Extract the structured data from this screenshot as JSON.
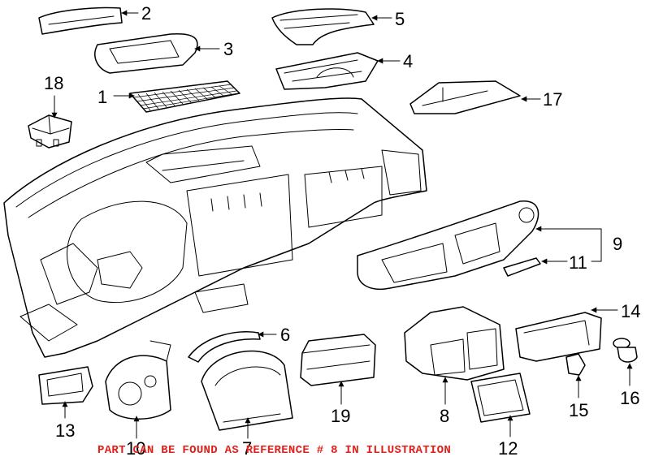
{
  "callouts": {
    "c1": "1",
    "c2": "2",
    "c3": "3",
    "c4": "4",
    "c5": "5",
    "c6": "6",
    "c7": "7",
    "c8": "8",
    "c9": "9",
    "c10": "10",
    "c11": "11",
    "c12": "12",
    "c13": "13",
    "c14": "14",
    "c15": "15",
    "c16": "16",
    "c17": "17",
    "c18": "18",
    "c19": "19"
  },
  "note": "PART CAN BE FOUND AS REFERENCE # 8 IN ILLUSTRATION",
  "colors": {
    "note": "#e0201a",
    "line": "#000000"
  }
}
